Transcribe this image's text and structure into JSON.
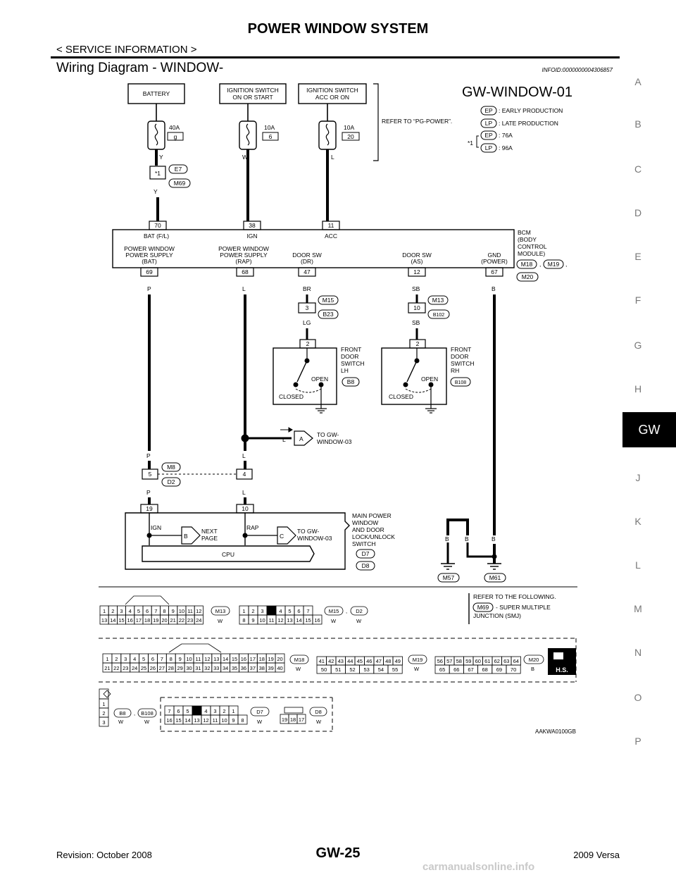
{
  "header": {
    "title": "POWER WINDOW SYSTEM",
    "subtitle": "< SERVICE INFORMATION >",
    "section_heading": "Wiring Diagram - WINDOW-",
    "info_id": "INFOID:0000000004306857"
  },
  "side_index": [
    "A",
    "B",
    "C",
    "D",
    "E",
    "F",
    "G",
    "H",
    "GW",
    "J",
    "K",
    "L",
    "M",
    "N",
    "O",
    "P"
  ],
  "active_tab": "GW",
  "diagram": {
    "id": "GW-WINDOW-01",
    "battery": "BATTERY",
    "ign_on_start": [
      "IGNITION SWITCH",
      "ON OR START"
    ],
    "ign_acc_on": [
      "IGNITION SWITCH",
      "ACC OR ON"
    ],
    "refer_pg": "REFER TO “PG-POWER”.",
    "legend": {
      "ep": "EP",
      "lp": "LP",
      "early": ": EARLY PRODUCTION",
      "late": ": LATE PRODUCTION",
      "amp76": ": 76A",
      "amp96": ": 96A",
      "star1": "*1"
    },
    "fuses": [
      {
        "rating": "40A",
        "no": "g"
      },
      {
        "rating": "10A",
        "no": "6"
      },
      {
        "rating": "10A",
        "no": "20"
      }
    ],
    "wire_colors": {
      "y": "Y",
      "w": "W",
      "l": "L",
      "p": "P",
      "br": "BR",
      "sb": "SB",
      "lg": "LG",
      "b": "B"
    },
    "conn_e7": "E7",
    "conn_m69": "M69",
    "bcm_pins_top": [
      "70",
      "38",
      "11"
    ],
    "bcm_labels_top": [
      "BAT (F/L)",
      "IGN",
      "ACC"
    ],
    "bcm_name": [
      "BCM",
      "(BODY",
      "CONTROL",
      "MODULE)"
    ],
    "bcm_conns": [
      "M18",
      "M19",
      "M20"
    ],
    "bcm_bottom": [
      {
        "l1": "POWER WINDOW",
        "l2": "POWER SUPPLY",
        "l3": "(BAT)",
        "pin": "69"
      },
      {
        "l1": "POWER WINDOW",
        "l2": "POWER SUPPLY",
        "l3": "(RAP)",
        "pin": "68"
      },
      {
        "l1": "",
        "l2": "DOOR SW",
        "l3": "(DR)",
        "pin": "47"
      },
      {
        "l1": "",
        "l2": "DOOR SW",
        "l3": "(AS)",
        "pin": "12"
      },
      {
        "l1": "",
        "l2": "GND",
        "l3": "(POWER)",
        "pin": "67"
      }
    ],
    "dr_conn": {
      "pin": "3",
      "a": "M15",
      "b": "B23"
    },
    "as_conn": {
      "pin": "10",
      "a": "M13",
      "b": "B102"
    },
    "lh_switch": {
      "pin": "2",
      "name": [
        "FRONT",
        "DOOR",
        "SWITCH",
        "LH"
      ],
      "conn": "B8",
      "open": "OPEN",
      "closed": "CLOSED"
    },
    "rh_switch": {
      "pin": "2",
      "name": [
        "FRONT",
        "DOOR",
        "SWITCH",
        "RH"
      ],
      "conn": "B108",
      "open": "OPEN",
      "closed": "CLOSED"
    },
    "to_gw03": {
      "wire": "L",
      "letter": "A",
      "l1": "TO GW-",
      "l2": "WINDOW-03"
    },
    "mid_conn": {
      "pin_p": "5",
      "pin_l": "4",
      "a": "M8",
      "b": "D2"
    },
    "main_sw_pins": [
      "19",
      "10"
    ],
    "main_sw_name": [
      "MAIN POWER",
      "WINDOW",
      "AND DOOR",
      "LOCK/UNLOCK",
      "SWITCH"
    ],
    "main_sw_conns": [
      "D7",
      "D8"
    ],
    "ign": "IGN",
    "rap": "RAP",
    "next_page": [
      "NEXT",
      "PAGE"
    ],
    "to_gw03b": [
      "TO GW-",
      "WINDOW-03"
    ],
    "arrow_b": "B",
    "arrow_c": "C",
    "cpu": "CPU",
    "grounds": [
      "M57",
      "M61"
    ],
    "connectors": {
      "m13_top": [
        "1",
        "2",
        "3",
        "4",
        "5",
        "6",
        "7",
        "8",
        "9",
        "10",
        "11",
        "12"
      ],
      "m13_bot": [
        "13",
        "14",
        "15",
        "16",
        "17",
        "18",
        "19",
        "20",
        "21",
        "22",
        "23",
        "24"
      ],
      "m13": "M13",
      "m15_top": [
        "1",
        "2",
        "3",
        "",
        "4",
        "5",
        "6",
        "7"
      ],
      "m15_bot": [
        "8",
        "9",
        "10",
        "11",
        "12",
        "13",
        "14",
        "15",
        "16"
      ],
      "m15": "M15",
      "d2": "D2",
      "refer": "REFER TO THE FOLLOWING.",
      "smj": "- SUPER MULTIPLE",
      "smj2": "JUNCTION (SMJ)",
      "m18_top": [
        "1",
        "2",
        "3",
        "4",
        "5",
        "6",
        "7",
        "8",
        "9",
        "10",
        "11",
        "12",
        "13",
        "14",
        "15",
        "16",
        "17",
        "18",
        "19",
        "20"
      ],
      "m18_bot": [
        "21",
        "22",
        "23",
        "24",
        "25",
        "26",
        "27",
        "28",
        "29",
        "30",
        "31",
        "32",
        "33",
        "34",
        "35",
        "36",
        "37",
        "38",
        "39",
        "40"
      ],
      "m18": "M18",
      "m19_top": [
        "41",
        "42",
        "43",
        "44",
        "45",
        "46",
        "47",
        "48",
        "49"
      ],
      "m19_bot": [
        "50",
        "51",
        "52",
        "53",
        "54",
        "55"
      ],
      "m19": "M19",
      "m20_top": [
        "56",
        "57",
        "58",
        "59",
        "60",
        "61",
        "62",
        "63",
        "64"
      ],
      "m20_bot": [
        "65",
        "66",
        "67",
        "68",
        "69",
        "70"
      ],
      "m20": "M20",
      "hs": "H.S.",
      "b8_pins": [
        "1",
        "2",
        "3"
      ],
      "b8": "B8",
      "b108": "B108",
      "d7_top": [
        "7",
        "6",
        "5",
        "",
        "4",
        "3",
        "2",
        "1"
      ],
      "d7_bot": [
        "16",
        "15",
        "14",
        "13",
        "12",
        "11",
        "10",
        "9",
        "8"
      ],
      "d7": "D7",
      "d8_pins": [
        "19",
        "18",
        "17"
      ],
      "d8": "D8",
      "color_w": "W",
      "color_b": "B",
      "comma": ","
    }
  },
  "figure_code": "AAKWA0100GB",
  "footer": {
    "revision": "Revision: October 2008",
    "page": "GW-25",
    "model": "2009 Versa",
    "watermark": "carmanualsonline.info"
  }
}
